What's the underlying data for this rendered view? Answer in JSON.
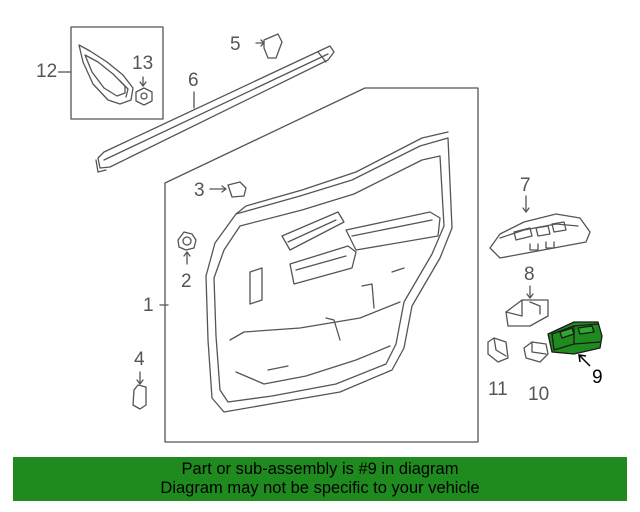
{
  "colors": {
    "line": "#555555",
    "highlight_fill": "#1f8b1f",
    "banner_bg": "#1f8b1f",
    "banner_text": "#000000"
  },
  "callouts": [
    {
      "id": "1",
      "label": "1"
    },
    {
      "id": "2",
      "label": "2"
    },
    {
      "id": "3",
      "label": "3"
    },
    {
      "id": "4",
      "label": "4"
    },
    {
      "id": "5",
      "label": "5"
    },
    {
      "id": "6",
      "label": "6"
    },
    {
      "id": "7",
      "label": "7"
    },
    {
      "id": "8",
      "label": "8"
    },
    {
      "id": "9",
      "label": "9"
    },
    {
      "id": "10",
      "label": "10"
    },
    {
      "id": "11",
      "label": "11"
    },
    {
      "id": "12",
      "label": "12"
    },
    {
      "id": "13",
      "label": "13"
    }
  ],
  "highlighted_part": "9",
  "banner": {
    "line1": "Part or sub-assembly is #9 in diagram",
    "line2": "Diagram may not be specific to your vehicle"
  }
}
